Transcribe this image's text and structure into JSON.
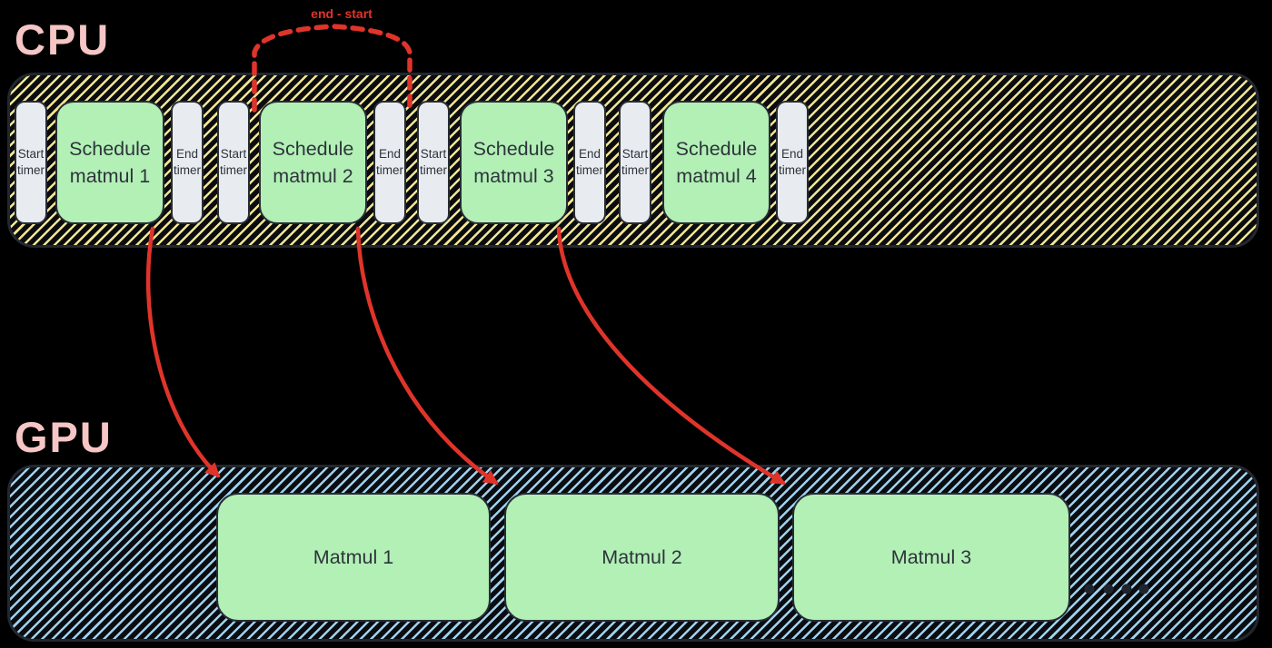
{
  "colors": {
    "background": "#000000",
    "label_pink": "#f5c6c5",
    "band_bg": "#0b0c10",
    "band_border": "#23272f",
    "cpu_hatch": "#f0e594",
    "gpu_hatch": "#9fd1ec",
    "block_green": "#b2f0b6",
    "block_gray": "#e8ecf1",
    "block_border": "#272c34",
    "text_dark": "#2e343b",
    "accent_red": "#e0342a",
    "dots_color": "#20242c"
  },
  "cpu": {
    "label": "CPU",
    "blocks": [
      {
        "kind": "timer",
        "line1": "Start",
        "line2": "timer"
      },
      {
        "kind": "schedule",
        "line1": "Schedule",
        "line2": "matmul 1"
      },
      {
        "kind": "timer",
        "line1": "End",
        "line2": "timer"
      },
      {
        "kind": "timer",
        "line1": "Start",
        "line2": "timer"
      },
      {
        "kind": "schedule",
        "line1": "Schedule",
        "line2": "matmul 2"
      },
      {
        "kind": "timer",
        "line1": "End",
        "line2": "timer"
      },
      {
        "kind": "timer",
        "line1": "Start",
        "line2": "timer"
      },
      {
        "kind": "schedule",
        "line1": "Schedule",
        "line2": "matmul 3"
      },
      {
        "kind": "timer",
        "line1": "End",
        "line2": "timer"
      },
      {
        "kind": "timer",
        "line1": "Start",
        "line2": "timer"
      },
      {
        "kind": "schedule",
        "line1": "Schedule",
        "line2": "matmul 4"
      },
      {
        "kind": "timer",
        "line1": "End",
        "line2": "timer"
      }
    ]
  },
  "gpu": {
    "label": "GPU",
    "blocks": [
      {
        "label": "Matmul 1"
      },
      {
        "label": "Matmul 2"
      },
      {
        "label": "Matmul 3"
      }
    ],
    "continuation_dots": 4
  },
  "annotation": {
    "bracket_label": "end - start"
  }
}
